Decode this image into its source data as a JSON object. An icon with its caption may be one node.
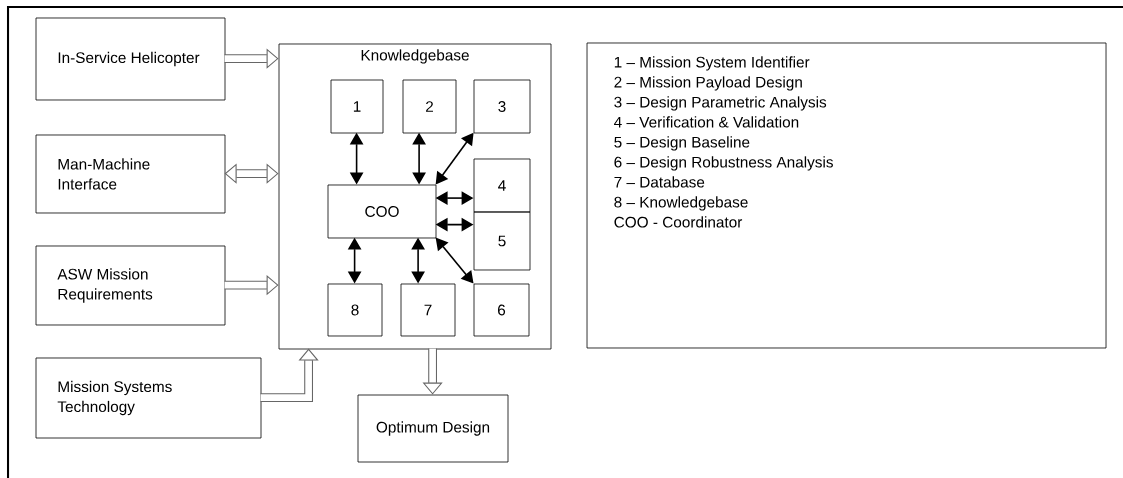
{
  "diagram": {
    "nodes": [
      {
        "text": [
          "In-Service Helicopter"
        ]
      },
      {
        "text": [
          "Man-Machine Interface"
        ]
      },
      {
        "text": [
          "ASW Mission Requirements"
        ]
      },
      {
        "text": [
          "Mission Systems Technology"
        ]
      },
      {
        "text": [
          "Knowledgebase"
        ]
      },
      {
        "text": [
          "1"
        ],
        "in": 4
      },
      {
        "text": [
          "2"
        ],
        "in": 4
      },
      {
        "text": [
          "3"
        ],
        "in": 4
      },
      {
        "text": [
          "COO"
        ],
        "in": 4
      },
      {
        "text": [
          "4"
        ],
        "in": 4
      },
      {
        "text": [
          "5"
        ],
        "in": 4
      },
      {
        "text": [
          "8"
        ],
        "in": 4
      },
      {
        "text": [
          "7"
        ],
        "in": 4
      },
      {
        "text": [
          "6"
        ],
        "in": 4
      },
      {
        "text": [
          "Optimum Design"
        ]
      },
      {
        "text": [
          "1 – Mission System Identifier",
          "2 – Mission Payload Design",
          "3 – Design Parametric Analysis",
          "4 – Verification & Validation",
          "5 – Design Baseline",
          "6 – Design Robustness Analysis",
          "7 – Database",
          "8 – Knowledgebase",
          "COO - Coordinator"
        ]
      }
    ],
    "edges": [
      {
        "from": 0,
        "to": 4,
        "arrow": "to",
        "style": "thick",
        "color": "#666666"
      },
      {
        "from": 1,
        "to": 4,
        "arrow": "both",
        "style": "thick",
        "color": "#666666"
      },
      {
        "from": 2,
        "to": 4,
        "arrow": "to",
        "style": "thick",
        "color": "#666666"
      },
      {
        "from": 3,
        "to": 4,
        "arrow": "to",
        "style": "thick",
        "color": "#666666"
      },
      {
        "from": 4,
        "to": 14,
        "arrow": "to",
        "style": "thick",
        "color": "#666666"
      },
      {
        "from": 8,
        "to": 5,
        "arrow": "both"
      },
      {
        "from": 8,
        "to": 6,
        "arrow": "both"
      },
      {
        "from": 8,
        "to": 7,
        "arrow": "both"
      },
      {
        "from": 8,
        "to": 9,
        "arrow": "both"
      },
      {
        "from": 8,
        "to": 10,
        "arrow": "both"
      },
      {
        "from": 8,
        "to": 13,
        "arrow": "both"
      },
      {
        "from": 8,
        "to": 12,
        "arrow": "both"
      },
      {
        "from": 8,
        "to": 11,
        "arrow": "both"
      }
    ]
  }
}
